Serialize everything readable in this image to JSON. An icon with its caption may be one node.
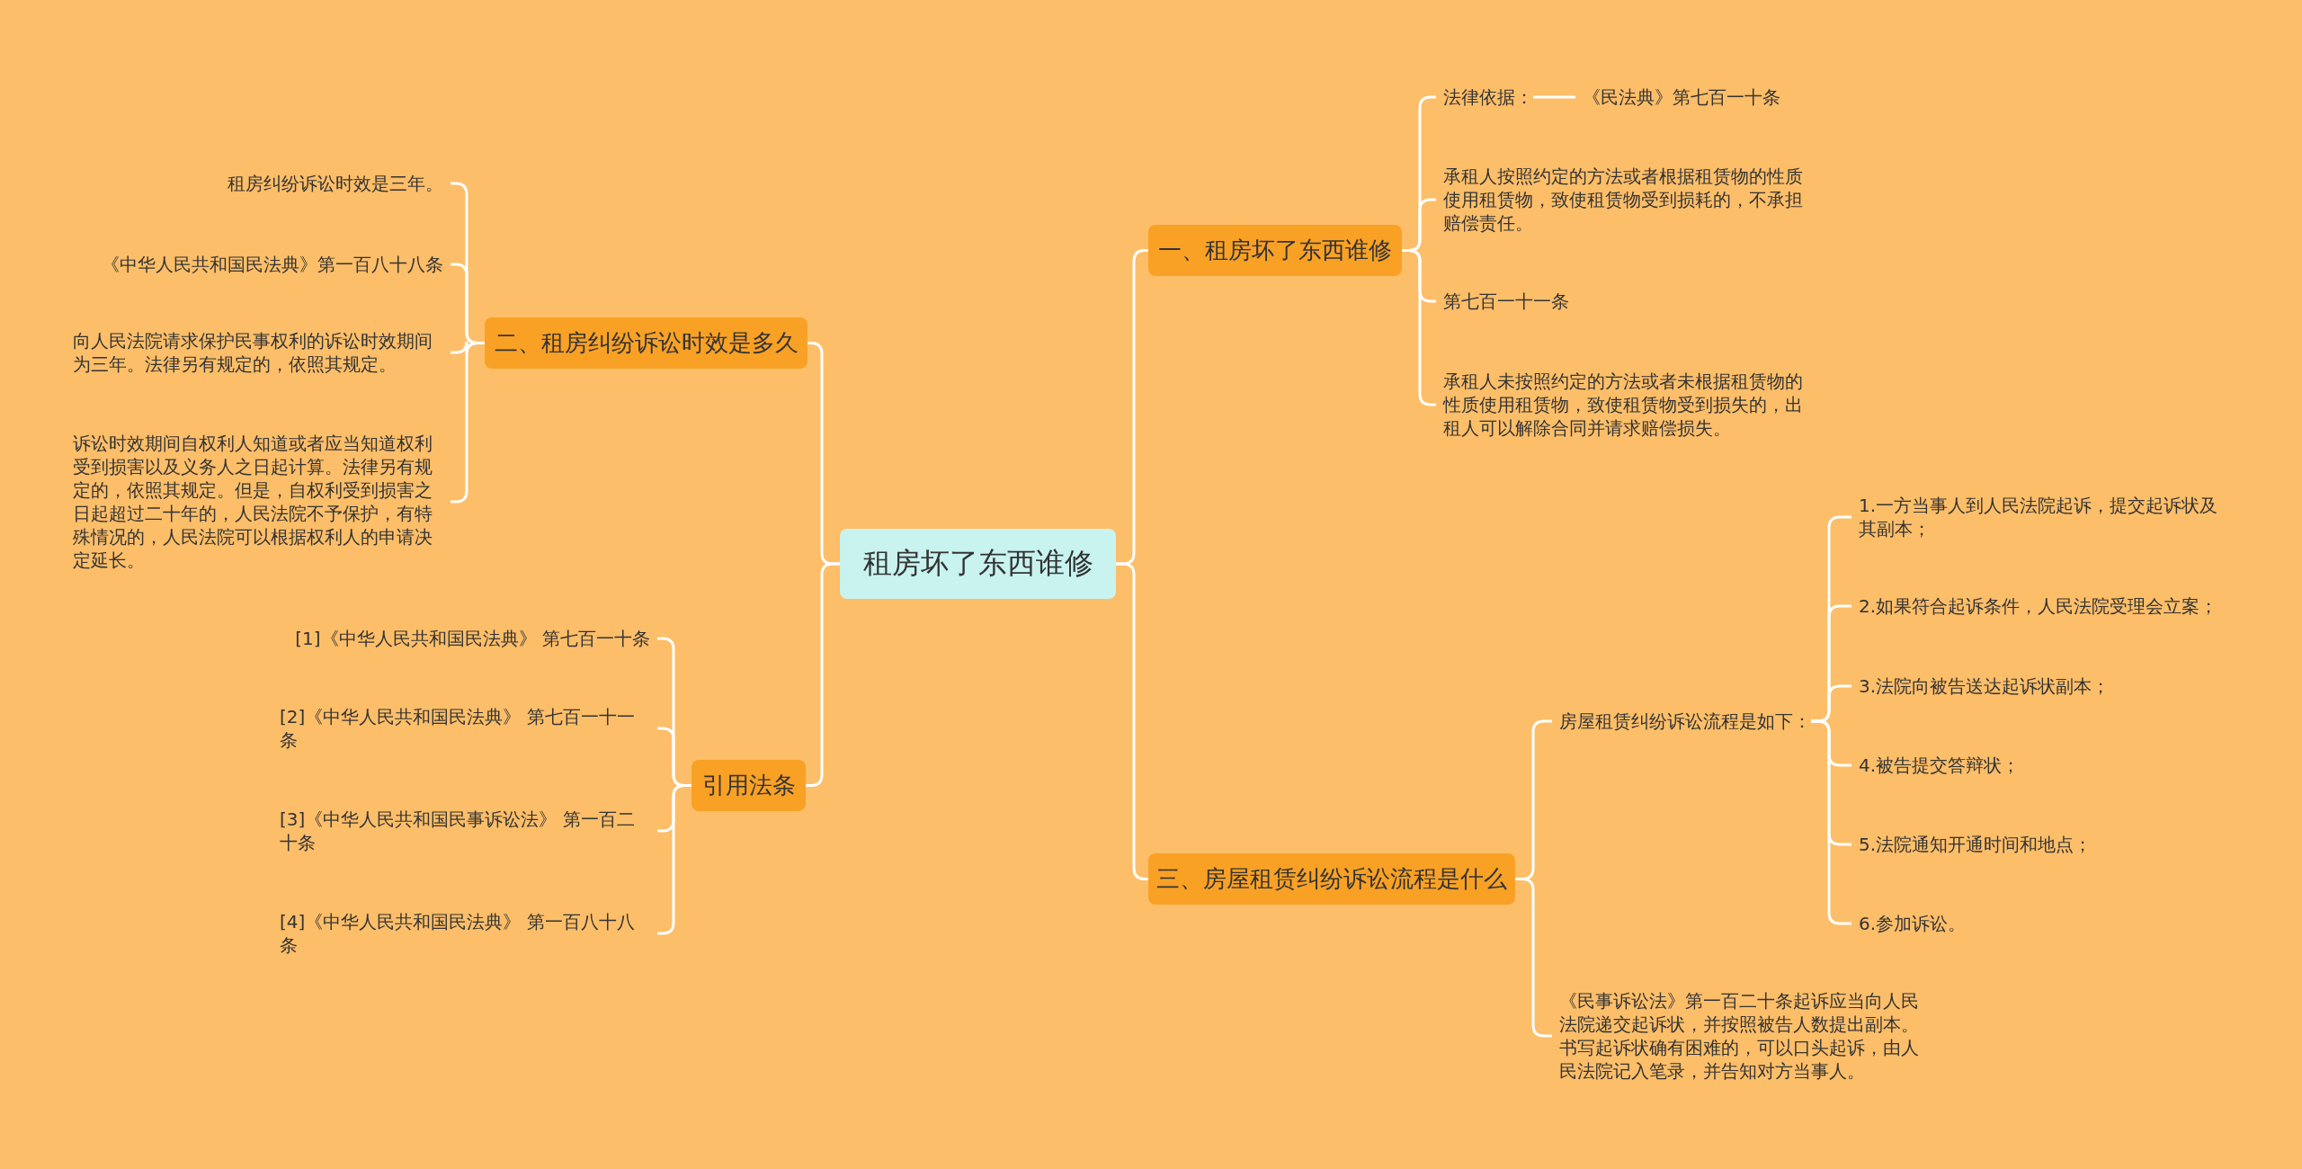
{
  "diagram": {
    "nodes": [
      {
        "text": [
          "租房坏了东西谁修"
        ]
      },
      {
        "text": [
          "一、租房坏了东西谁修"
        ]
      },
      {
        "text": [
          "法律依据："
        ]
      },
      {
        "text": [
          "《民法典》第七百一十条"
        ]
      },
      {
        "text": [
          "承租人按照约定的方法或者根据租赁物的性质使用租赁物，致使租赁物受到损耗的，不承担赔偿责任。"
        ]
      },
      {
        "text": [
          "第七百一十一条"
        ]
      },
      {
        "text": [
          "承租人未按照约定的方法或者未根据租赁物的性质使用租赁物，致使租赁物受到损失的，出租人可以解除合同并请求赔偿损失。"
        ]
      },
      {
        "text": [
          "二、租房纠纷诉讼时效是多久"
        ]
      },
      {
        "text": [
          "租房纠纷诉讼时效是三年。"
        ]
      },
      {
        "text": [
          "《中华人民共和国民法典》第一百八十八条"
        ]
      },
      {
        "text": [
          "向人民法院请求保护民事权利的诉讼时效期间为三年。法律另有规定的，依照其规定。"
        ]
      },
      {
        "text": [
          "诉讼时效期间自权利人知道或者应当知道权利受到损害以及义务人之日起计算。法律另有规定的，依照其规定。但是，自权利受到损害之日起超过二十年的，人民法院不予保护，有特殊情况的，人民法院可以根据权利人的申请决定延长。"
        ]
      },
      {
        "text": [
          "引用法条"
        ]
      },
      {
        "text": [
          "[1]《中华人民共和国民法典》 第七百一十条"
        ]
      },
      {
        "text": [
          "[2]《中华人民共和国民法典》 第七百一十一条"
        ]
      },
      {
        "text": [
          "[3]《中华人民共和国民事诉讼法》 第一百二十条"
        ]
      },
      {
        "text": [
          "[4]《中华人民共和国民法典》 第一百八十八条"
        ]
      },
      {
        "text": [
          "三、房屋租赁纠纷诉讼流程是什么"
        ]
      },
      {
        "text": [
          "房屋租赁纠纷诉讼流程是如下："
        ]
      },
      {
        "text": [
          "1.一方当事人到人民法院起诉，提交起诉状及其副本；"
        ]
      },
      {
        "text": [
          "2.如果符合起诉条件，人民法院受理会立案；"
        ]
      },
      {
        "text": [
          "3.法院向被告送达起诉状副本；"
        ]
      },
      {
        "text": [
          "4.被告提交答辩状；"
        ]
      },
      {
        "text": [
          "5.法院通知开通时间和地点；"
        ]
      },
      {
        "text": [
          "6.参加诉讼。"
        ]
      },
      {
        "text": [
          "《民事诉讼法》第一百二十条起诉应当向人民法院递交起诉状，并按照被告人数提出副本。书写起诉状确有困难的，可以口头起诉，由人民法院记入笔录，并告知对方当事人。"
        ]
      }
    ],
    "edges": [
      {
        "from": 0,
        "to": 1,
        "arrow": "none"
      },
      {
        "from": 1,
        "to": 2,
        "arrow": "none"
      },
      {
        "from": 2,
        "to": 3,
        "arrow": "none"
      },
      {
        "from": 1,
        "to": 4,
        "arrow": "none"
      },
      {
        "from": 1,
        "to": 5,
        "arrow": "none"
      },
      {
        "from": 1,
        "to": 6,
        "arrow": "none"
      },
      {
        "from": 0,
        "to": 7,
        "arrow": "none"
      },
      {
        "from": 7,
        "to": 8,
        "arrow": "none"
      },
      {
        "from": 7,
        "to": 9,
        "arrow": "none"
      },
      {
        "from": 7,
        "to": 10,
        "arrow": "none"
      },
      {
        "from": 7,
        "to": 11,
        "arrow": "none"
      },
      {
        "from": 0,
        "to": 12,
        "arrow": "none"
      },
      {
        "from": 12,
        "to": 13,
        "arrow": "none"
      },
      {
        "from": 12,
        "to": 14,
        "arrow": "none"
      },
      {
        "from": 12,
        "to": 15,
        "arrow": "none"
      },
      {
        "from": 12,
        "to": 16,
        "arrow": "none"
      },
      {
        "from": 0,
        "to": 17,
        "arrow": "none"
      },
      {
        "from": 17,
        "to": 18,
        "arrow": "none"
      },
      {
        "from": 18,
        "to": 19,
        "arrow": "none"
      },
      {
        "from": 18,
        "to": 20,
        "arrow": "none"
      },
      {
        "from": 18,
        "to": 21,
        "arrow": "none"
      },
      {
        "from": 18,
        "to": 22,
        "arrow": "none"
      },
      {
        "from": 18,
        "to": 23,
        "arrow": "none"
      },
      {
        "from": 18,
        "to": 24,
        "arrow": "none"
      },
      {
        "from": 17,
        "to": 25,
        "arrow": "none"
      }
    ]
  }
}
